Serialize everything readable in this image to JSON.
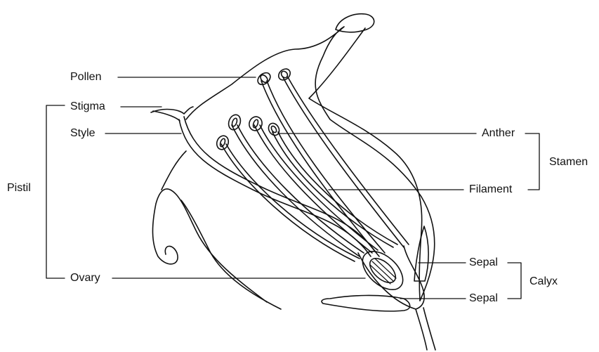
{
  "labels": {
    "pollen": "Pollen",
    "stigma": "Stigma",
    "style": "Style",
    "pistil": "Pistil",
    "ovary": "Ovary",
    "anther": "Anther",
    "filament": "Filament",
    "stamen": "Stamen",
    "sepal_upper": "Sepal",
    "sepal_lower": "Sepal",
    "calyx": "Calyx"
  },
  "colors": {
    "ink": "#111111",
    "background": "#ffffff"
  }
}
